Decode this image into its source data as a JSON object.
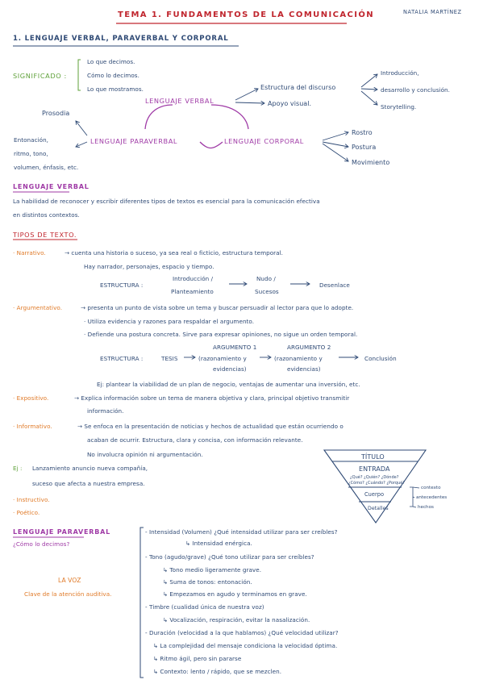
{
  "header": {
    "title": "TEMA 1. FUNDAMENTOS DE LA COMUNICACIÓN",
    "author": "NATALIA MARTÍNEZ"
  },
  "section1": {
    "heading": "1. LENGUAJE VERBAL, PARAVERBAL Y CORPORAL",
    "significado_label": "SIGNIFICADO :",
    "significado_items": [
      "Lo que decimos.",
      "Cómo lo decimos.",
      "Lo que mostramos."
    ],
    "prosodia": "Prosodia",
    "paraverbal_left": [
      "Entonación,",
      "ritmo, tono,",
      "volumen, énfasis, etc."
    ],
    "verbal": "LENGUAJE VERBAL",
    "paraverbal": "LENGUAJE PARAVERBAL",
    "corporal": "LENGUAJE CORPORAL",
    "estructura": "Estructura del discurso",
    "apoyo": "Apoyo visual.",
    "estructura_items": [
      "Introducción,",
      "desarrollo y conclusión.",
      "Storytelling."
    ],
    "corporal_items": [
      "Rostro",
      "Postura",
      "Movimiento"
    ]
  },
  "verbal_section": {
    "heading": "LENGUAJE VERBAL",
    "definition": [
      "La habilidad de reconocer y escribir diferentes tipos de textos es esencial para la comunicación efectiva",
      "en distintos contextos."
    ]
  },
  "tipos": {
    "heading": "TIPOS DE TEXTO.",
    "narrativo": {
      "label": "· Narrativo.",
      "lines": [
        "→ cuenta una historia o suceso, ya sea real o ficticio, estructura temporal.",
        "Hay narrador, personajes, espacio y tiempo."
      ],
      "estructura_label": "ESTRUCTURA :",
      "estructura_parts": [
        "Introducción /",
        "Planteamiento",
        "Nudo /",
        "Sucesos",
        "Desenlace"
      ]
    },
    "argumentativo": {
      "label": "· Argumentativo.",
      "lines": [
        "→ presenta un punto de vista sobre un tema y buscar persuadir al lector para que lo adopte.",
        "· Utiliza evidencia y razones para respaldar el argumento.",
        "· Defiende una postura concreta. Sirve para expresar opiniones, no sigue un orden temporal."
      ],
      "estructura_label": "ESTRUCTURA :",
      "estructura_parts": [
        "TESIS",
        "ARGUMENTO 1",
        "(razonamiento y",
        "evidencias)",
        "ARGUMENTO 2",
        "(razonamiento y",
        "evidencias)",
        "Conclusión"
      ],
      "example": "Ej: plantear la viabilidad de un plan de negocio, ventajas de aumentar una inversión, etc."
    },
    "expositivo": {
      "label": "· Expositivo.",
      "lines": [
        "→ Explica información sobre un tema de manera objetiva y clara, principal objetivo transmitir",
        "información."
      ]
    },
    "informativo": {
      "label": "· Informativo.",
      "lines": [
        "→ Se enfoca en la presentación de noticias y hechos de actualidad que están ocurriendo o",
        "acaban de ocurrir. Estructura, clara y concisa, con información relevante.",
        "No involucra opinión ni argumentación."
      ],
      "example_label": "Ej :",
      "example_lines": [
        "Lanzamiento anuncio nueva compañía,",
        "suceso que afecta a nuestra empresa."
      ]
    },
    "instructivo": "· Instructivo.",
    "poetico": "· Poético."
  },
  "pyramid": {
    "titulo": "TÍTULO",
    "entrada": "ENTRADA",
    "q1": "¿Qué? ¿Quién? ¿Dónde?",
    "q2": "¿Cómo? ¿Cuándo? ¿Porqué?",
    "cuerpo": "Cuerpo",
    "detalles": "Detalles",
    "labels": [
      "contexto",
      "antecedentes",
      "hechos"
    ]
  },
  "paraverbal_section": {
    "heading": "LENGUAJE PARAVERBAL",
    "question": "¿Cómo lo decimos?",
    "voz_title": "LA VOZ",
    "voz_sub": "Clave de la atención auditiva.",
    "items": [
      "- Intensidad (Volumen) ¿Qué intensidad utilizar para ser creíbles?",
      "↳ Intensidad enérgica.",
      "- Tono (agudo/grave) ¿Qué tono utilizar para ser creíbles?",
      "↳ Tono medio ligeramente grave.",
      "↳ Suma de tonos: entonación.",
      "↳ Empezamos en agudo y terminamos en grave.",
      "- Timbre (cualidad única de nuestra voz)",
      "↳ Vocalización, respiración, evitar la nasalización.",
      "- Duración (velocidad a la que hablamos) ¿Qué velocidad utilizar?",
      "↳ La complejidad del mensaje condiciona la velocidad óptima.",
      "↳ Ritmo ágil, pero sin pararse",
      "↳ Contexto: lento / rápido, que se mezclen."
    ]
  }
}
